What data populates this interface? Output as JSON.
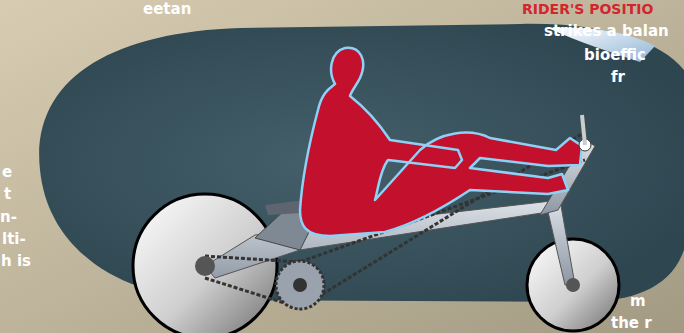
{
  "diagram": {
    "labels": [
      "eetan",
      "RIDER'S POSITIO",
      "strikes a balan",
      "bioeffic",
      "fr",
      "e",
      "t",
      "n-",
      "lti-",
      "h is",
      "m",
      "the r"
    ]
  }
}
